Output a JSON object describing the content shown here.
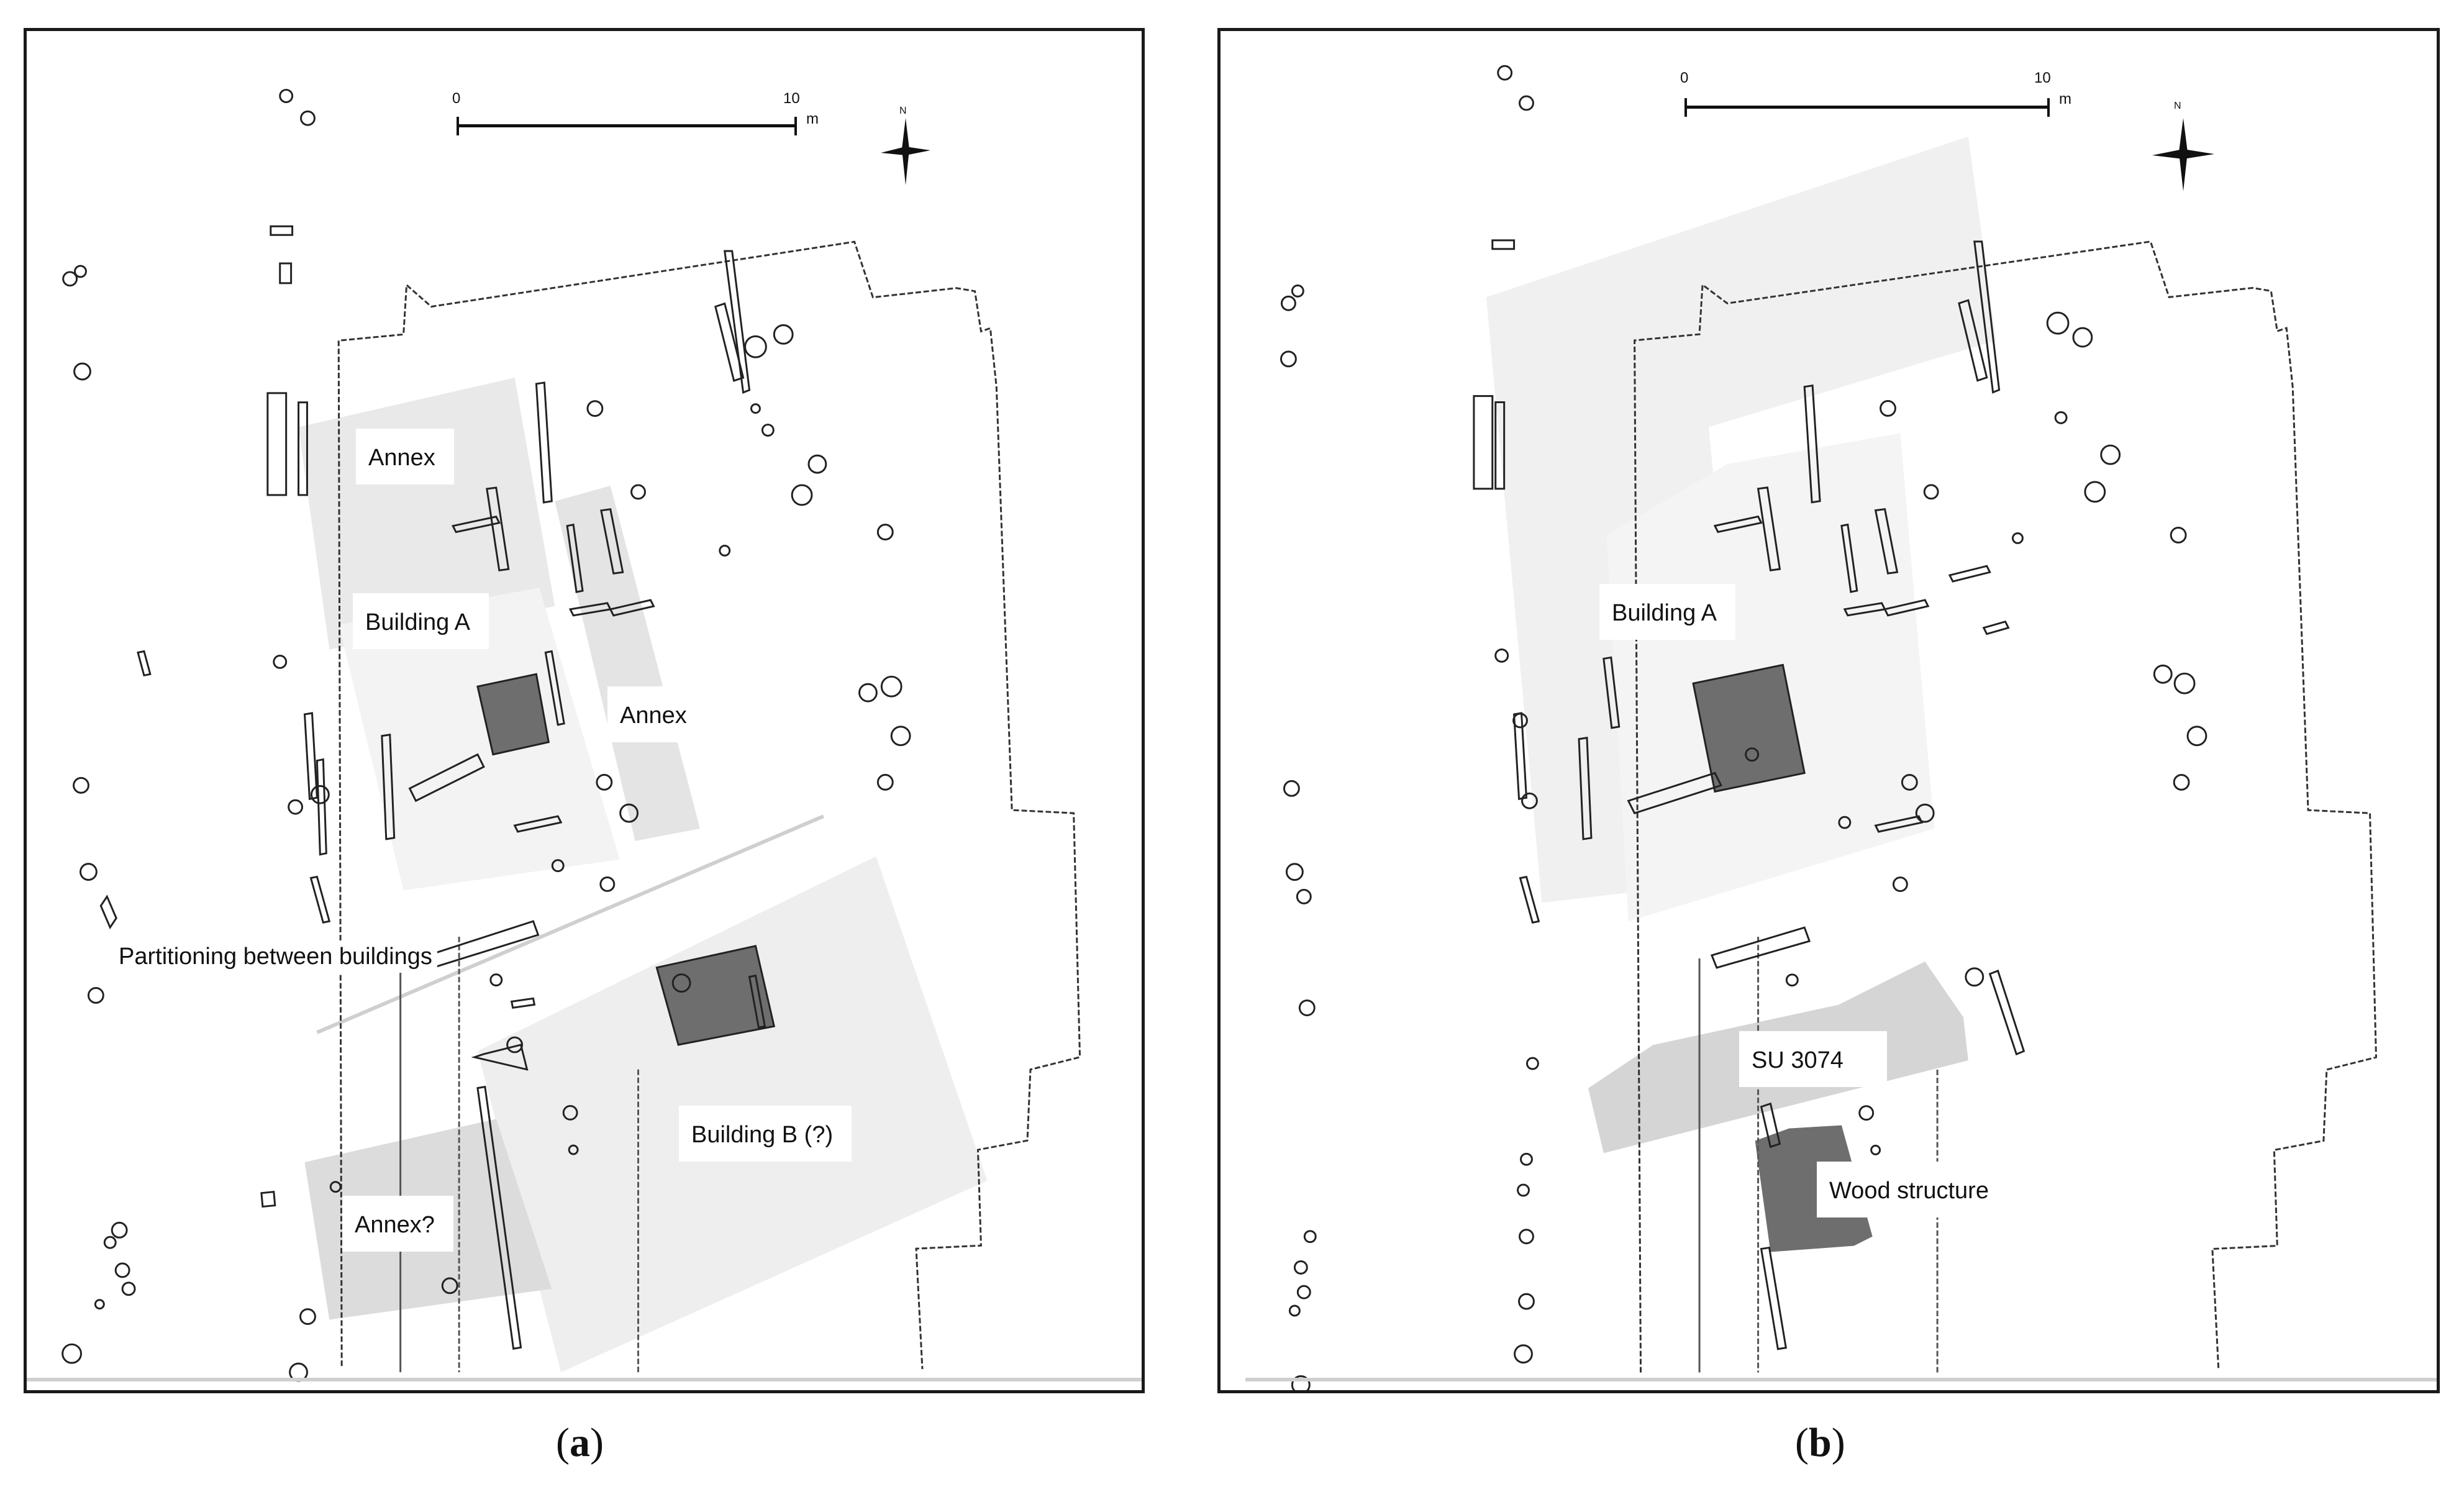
{
  "panels": [
    {
      "caption_open": "(",
      "caption_letter": "a",
      "caption_close": ")",
      "scale_start": "0",
      "scale_end": "10",
      "scale_unit": "m",
      "north_label": "N",
      "labels": {
        "annex_top": "Annex",
        "building_a": "Building A",
        "annex_right": "Annex",
        "partition": "Partitioning between buildings",
        "building_b": "Building B (?)",
        "annex_q": "Annex?"
      }
    },
    {
      "caption_open": "(",
      "caption_letter": "b",
      "caption_close": ")",
      "scale_start": "0",
      "scale_end": "10",
      "scale_unit": "m",
      "north_label": "N",
      "labels": {
        "building_a": "Building A",
        "su": "SU 3074",
        "wood": "Wood structure"
      }
    }
  ],
  "colors": {
    "frame": "#1a1a1a",
    "light_zone": "#f0f0f0",
    "mid_zone": "#d8d8d8",
    "dark_feature": "#6e6e6e"
  }
}
